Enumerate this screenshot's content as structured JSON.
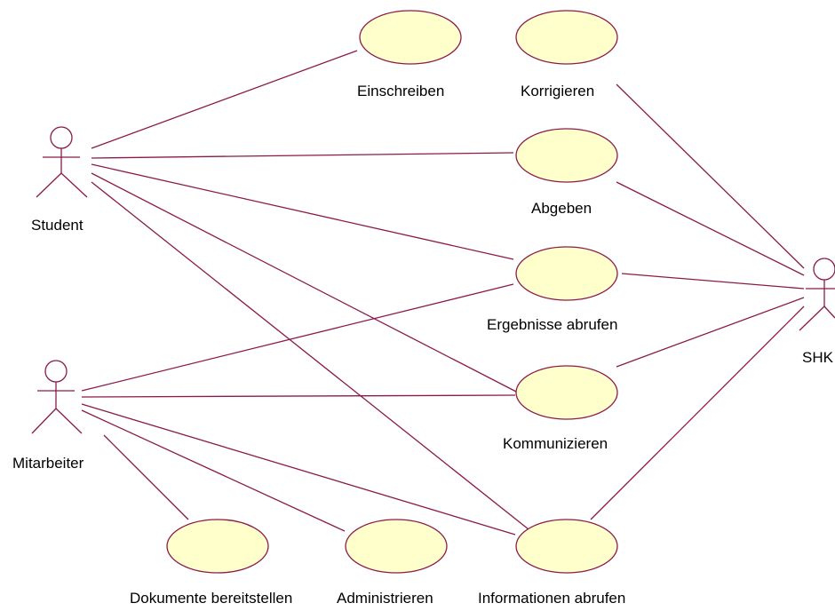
{
  "diagram": {
    "colors": {
      "line": "#8b1a4a",
      "usecase_fill": "#ffffcc",
      "usecase_stroke": "#8b1a4a",
      "text": "#000000"
    },
    "actors": {
      "student": {
        "label": "Student"
      },
      "mitarbeiter": {
        "label": "Mitarbeiter"
      },
      "shk": {
        "label": "SHK"
      }
    },
    "usecases": {
      "einschreiben": {
        "label": "Einschreiben"
      },
      "korrigieren": {
        "label": "Korrigieren"
      },
      "abgeben": {
        "label": "Abgeben"
      },
      "ergebnisse": {
        "label": "Ergebnisse abrufen"
      },
      "kommunizieren": {
        "label": "Kommunizieren"
      },
      "dokumente": {
        "label": "Dokumente bereitstellen"
      },
      "administrieren": {
        "label": "Administrieren"
      },
      "informationen": {
        "label": "Informationen abrufen"
      }
    },
    "associations": [
      {
        "from": "Student",
        "to": "Einschreiben"
      },
      {
        "from": "Student",
        "to": "Abgeben"
      },
      {
        "from": "Student",
        "to": "Ergebnisse abrufen"
      },
      {
        "from": "Student",
        "to": "Kommunizieren"
      },
      {
        "from": "Student",
        "to": "Informationen abrufen"
      },
      {
        "from": "Mitarbeiter",
        "to": "Ergebnisse abrufen"
      },
      {
        "from": "Mitarbeiter",
        "to": "Kommunizieren"
      },
      {
        "from": "Mitarbeiter",
        "to": "Dokumente bereitstellen"
      },
      {
        "from": "Mitarbeiter",
        "to": "Administrieren"
      },
      {
        "from": "Mitarbeiter",
        "to": "Informationen abrufen"
      },
      {
        "from": "SHK",
        "to": "Korrigieren"
      },
      {
        "from": "SHK",
        "to": "Abgeben"
      },
      {
        "from": "SHK",
        "to": "Ergebnisse abrufen"
      },
      {
        "from": "SHK",
        "to": "Kommunizieren"
      },
      {
        "from": "SHK",
        "to": "Informationen abrufen"
      }
    ]
  }
}
